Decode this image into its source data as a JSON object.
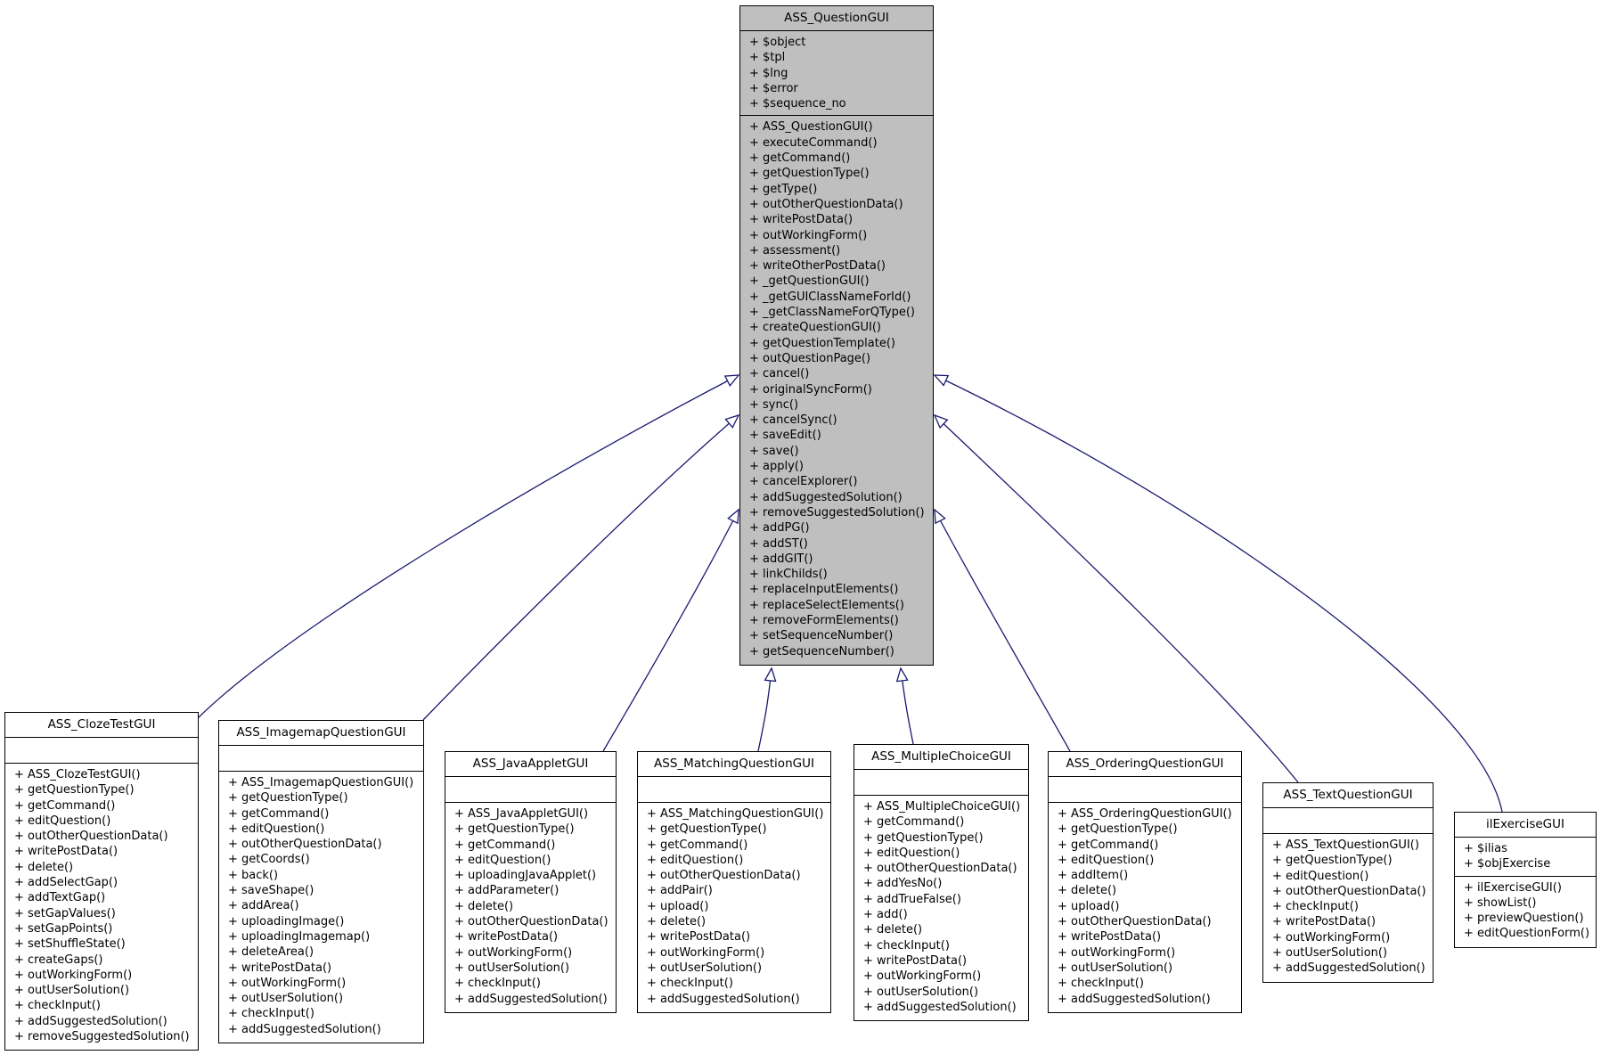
{
  "base_class": {
    "name": "ASS_QuestionGUI",
    "attributes": [
      "+ $object",
      "+ $tpl",
      "+ $lng",
      "+ $error",
      "+ $sequence_no"
    ],
    "methods": [
      "+ ASS_QuestionGUI()",
      "+ executeCommand()",
      "+ getCommand()",
      "+ getQuestionType()",
      "+ getType()",
      "+ outOtherQuestionData()",
      "+ writePostData()",
      "+ outWorkingForm()",
      "+ assessment()",
      "+ writeOtherPostData()",
      "+ _getQuestionGUI()",
      "+ _getGUIClassNameForId()",
      "+ _getClassNameForQType()",
      "+ createQuestionGUI()",
      "+ getQuestionTemplate()",
      "+ outQuestionPage()",
      "+ cancel()",
      "+ originalSyncForm()",
      "+ sync()",
      "+ cancelSync()",
      "+ saveEdit()",
      "+ save()",
      "+ apply()",
      "+ cancelExplorer()",
      "+ addSuggestedSolution()",
      "+ removeSuggestedSolution()",
      "+ addPG()",
      "+ addST()",
      "+ addGIT()",
      "+ linkChilds()",
      "+ replaceInputElements()",
      "+ replaceSelectElements()",
      "+ removeFormElements()",
      "+ setSequenceNumber()",
      "+ getSequenceNumber()"
    ]
  },
  "subclasses": [
    {
      "name": "ASS_ClozeTestGUI",
      "attributes": [],
      "methods": [
        "+ ASS_ClozeTestGUI()",
        "+ getQuestionType()",
        "+ getCommand()",
        "+ editQuestion()",
        "+ outOtherQuestionData()",
        "+ writePostData()",
        "+ delete()",
        "+ addSelectGap()",
        "+ addTextGap()",
        "+ setGapValues()",
        "+ setGapPoints()",
        "+ setShuffleState()",
        "+ createGaps()",
        "+ outWorkingForm()",
        "+ outUserSolution()",
        "+ checkInput()",
        "+ addSuggestedSolution()",
        "+ removeSuggestedSolution()"
      ]
    },
    {
      "name": "ASS_ImagemapQuestionGUI",
      "attributes": [],
      "methods": [
        "+ ASS_ImagemapQuestionGUI()",
        "+ getQuestionType()",
        "+ getCommand()",
        "+ editQuestion()",
        "+ outOtherQuestionData()",
        "+ getCoords()",
        "+ back()",
        "+ saveShape()",
        "+ addArea()",
        "+ uploadingImage()",
        "+ uploadingImagemap()",
        "+ deleteArea()",
        "+ writePostData()",
        "+ outWorkingForm()",
        "+ outUserSolution()",
        "+ checkInput()",
        "+ addSuggestedSolution()"
      ]
    },
    {
      "name": "ASS_JavaAppletGUI",
      "attributes": [],
      "methods": [
        "+ ASS_JavaAppletGUI()",
        "+ getQuestionType()",
        "+ getCommand()",
        "+ editQuestion()",
        "+ uploadingJavaApplet()",
        "+ addParameter()",
        "+ delete()",
        "+ outOtherQuestionData()",
        "+ writePostData()",
        "+ outWorkingForm()",
        "+ outUserSolution()",
        "+ checkInput()",
        "+ addSuggestedSolution()"
      ]
    },
    {
      "name": "ASS_MatchingQuestionGUI",
      "attributes": [],
      "methods": [
        "+ ASS_MatchingQuestionGUI()",
        "+ getQuestionType()",
        "+ getCommand()",
        "+ editQuestion()",
        "+ outOtherQuestionData()",
        "+ addPair()",
        "+ upload()",
        "+ delete()",
        "+ writePostData()",
        "+ outWorkingForm()",
        "+ outUserSolution()",
        "+ checkInput()",
        "+ addSuggestedSolution()"
      ]
    },
    {
      "name": "ASS_MultipleChoiceGUI",
      "attributes": [],
      "methods": [
        "+ ASS_MultipleChoiceGUI()",
        "+ getCommand()",
        "+ getQuestionType()",
        "+ editQuestion()",
        "+ outOtherQuestionData()",
        "+ addYesNo()",
        "+ addTrueFalse()",
        "+ add()",
        "+ delete()",
        "+ checkInput()",
        "+ writePostData()",
        "+ outWorkingForm()",
        "+ outUserSolution()",
        "+ addSuggestedSolution()"
      ]
    },
    {
      "name": "ASS_OrderingQuestionGUI",
      "attributes": [],
      "methods": [
        "+ ASS_OrderingQuestionGUI()",
        "+ getQuestionType()",
        "+ getCommand()",
        "+ editQuestion()",
        "+ addItem()",
        "+ delete()",
        "+ upload()",
        "+ outOtherQuestionData()",
        "+ writePostData()",
        "+ outWorkingForm()",
        "+ outUserSolution()",
        "+ checkInput()",
        "+ addSuggestedSolution()"
      ]
    },
    {
      "name": "ASS_TextQuestionGUI",
      "attributes": [],
      "methods": [
        "+ ASS_TextQuestionGUI()",
        "+ getQuestionType()",
        "+ editQuestion()",
        "+ outOtherQuestionData()",
        "+ checkInput()",
        "+ writePostData()",
        "+ outWorkingForm()",
        "+ outUserSolution()",
        "+ addSuggestedSolution()"
      ]
    },
    {
      "name": "ilExerciseGUI",
      "attributes": [
        "+ $ilias",
        "+ $objExercise"
      ],
      "methods": [
        "+ ilExerciseGUI()",
        "+ showList()",
        "+ previewQuestion()",
        "+ editQuestionForm()"
      ]
    }
  ],
  "colors": {
    "edge": "#191970",
    "base_fill": "#bfbfbf",
    "box_fill": "#ffffff",
    "border": "#000000"
  }
}
